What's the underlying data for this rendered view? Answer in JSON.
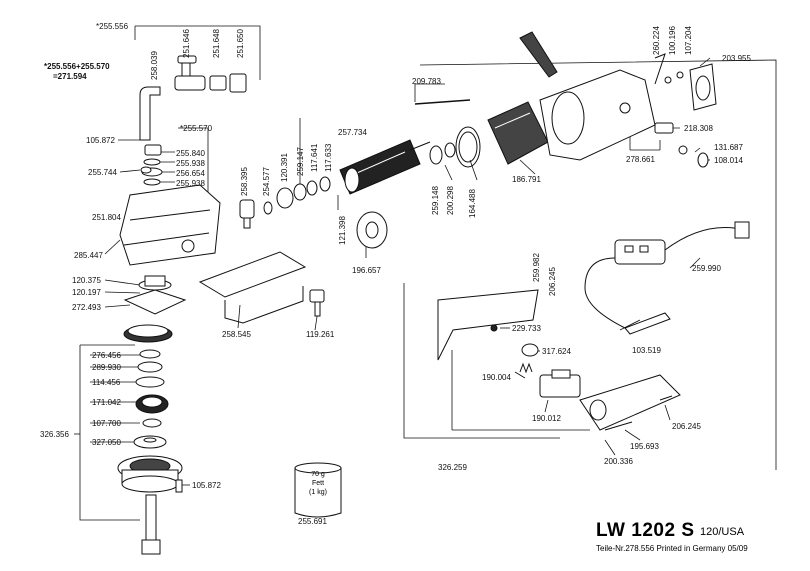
{
  "title": {
    "model": "LW 1202 S",
    "variant": "120/USA",
    "footer": "Teile-Nr.278.556 Printed in Germany 05/09"
  },
  "grease_can": {
    "weight": "70 g",
    "line1": "Fett",
    "line2": "(1 kg)"
  },
  "labels": {
    "p255556_top": "*255.556",
    "p255556_combo": "*255.556+255.570",
    "p271594": "=271.594",
    "p258039": "258.039",
    "p251646": "251.646",
    "p251648": "251.648",
    "p251650": "251.650",
    "p105872_a": "105.872",
    "p255570": "*255.570",
    "p255840": "255.840",
    "p255938_a": "255.938",
    "p256654": "256.654",
    "p255938_b": "255.938",
    "p255744": "255.744",
    "p251804": "251.804",
    "p285447": "285.447",
    "p120375": "120.375",
    "p120197": "120.197",
    "p272493": "272.493",
    "p276456": "276.456",
    "p289930": "289.930",
    "p114456": "114.456",
    "p171042": "171.042",
    "p326356": "326.356",
    "p107700": "107.700",
    "p327050": "327.050",
    "p105872_b": "105.872",
    "p255691": "255.691",
    "p258395": "258.395",
    "p254577": "254.577",
    "p120391": "120.391",
    "p259147": "259.147",
    "p117641": "117.641",
    "p117633": "117.633",
    "p257734": "257.734",
    "p121398": "121.398",
    "p259148": "259.148",
    "p200298": "200.298",
    "p164488": "164.488",
    "p196657": "196.657",
    "p258545": "258.545",
    "p119261": "119.261",
    "p209783": "209.783",
    "p186791": "186.791",
    "p260224": "260.224",
    "p100196": "100.196",
    "p107204": "107.204",
    "p203955": "203.955",
    "p218308": "218.308",
    "p131687": "131.687",
    "p108014": "108.014",
    "p278661": "278.661",
    "p259990": "259.990",
    "p259982": "259.982",
    "p206245_a": "206.245",
    "p229733": "229.733",
    "p317624": "317.624",
    "p190004": "190.004",
    "p103519": "103.519",
    "p190012": "190.012",
    "p206245_b": "206.245",
    "p195693": "195.693",
    "p200336": "200.336",
    "p326259": "326.259"
  }
}
